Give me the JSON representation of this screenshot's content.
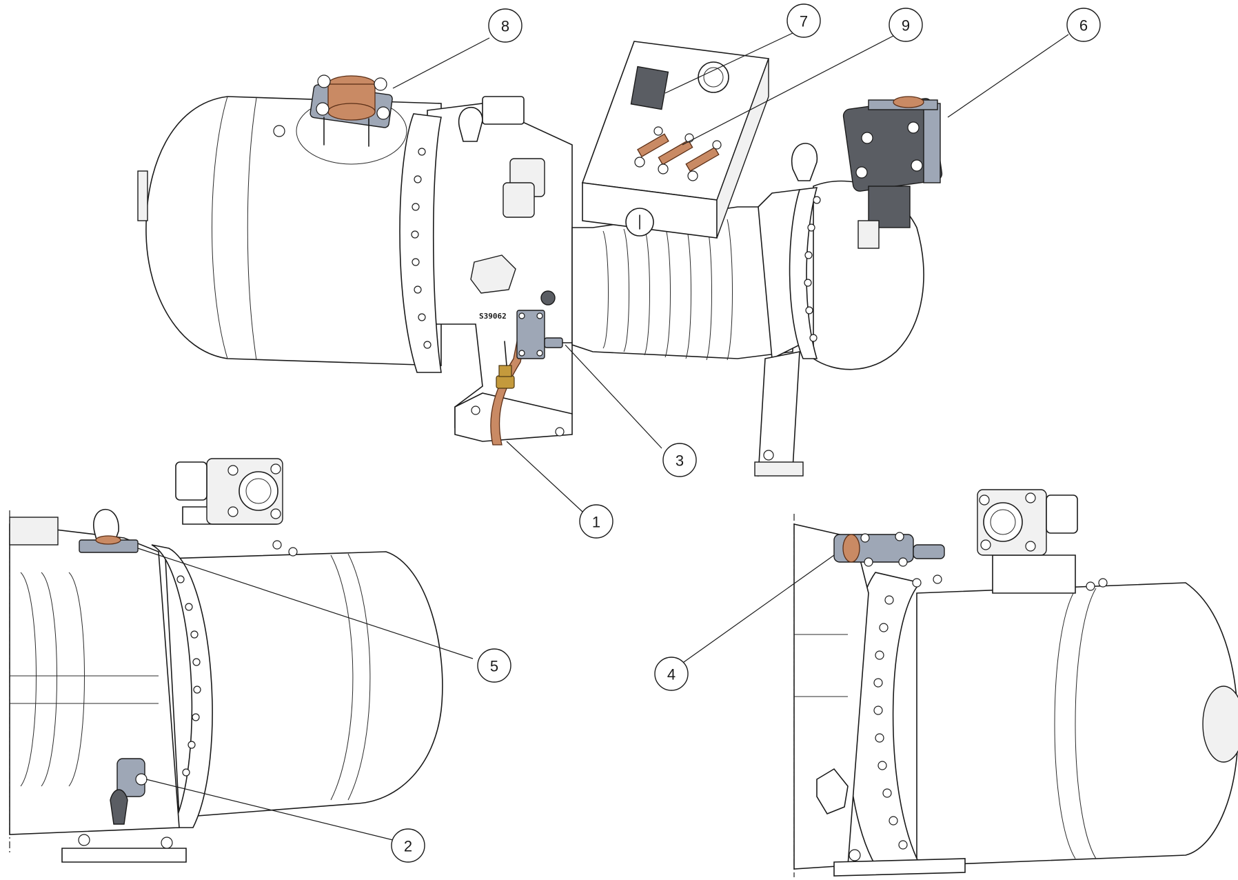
{
  "corner_note": "",
  "body_stamp": "S39062",
  "callouts": [
    {
      "id": "callout-1",
      "label": "1"
    },
    {
      "id": "callout-2",
      "label": "2"
    },
    {
      "id": "callout-3",
      "label": "3"
    },
    {
      "id": "callout-4",
      "label": "4"
    },
    {
      "id": "callout-5",
      "label": "5"
    },
    {
      "id": "callout-6",
      "label": "6"
    },
    {
      "id": "callout-7",
      "label": "7"
    },
    {
      "id": "callout-8",
      "label": "8"
    },
    {
      "id": "callout-9",
      "label": "9"
    }
  ],
  "colors": {
    "line": "#1a1a1a",
    "copper": "#c98a64",
    "steel": "#9ea7b6",
    "dark_part": "#5a5d63",
    "brass": "#c49a3c"
  }
}
